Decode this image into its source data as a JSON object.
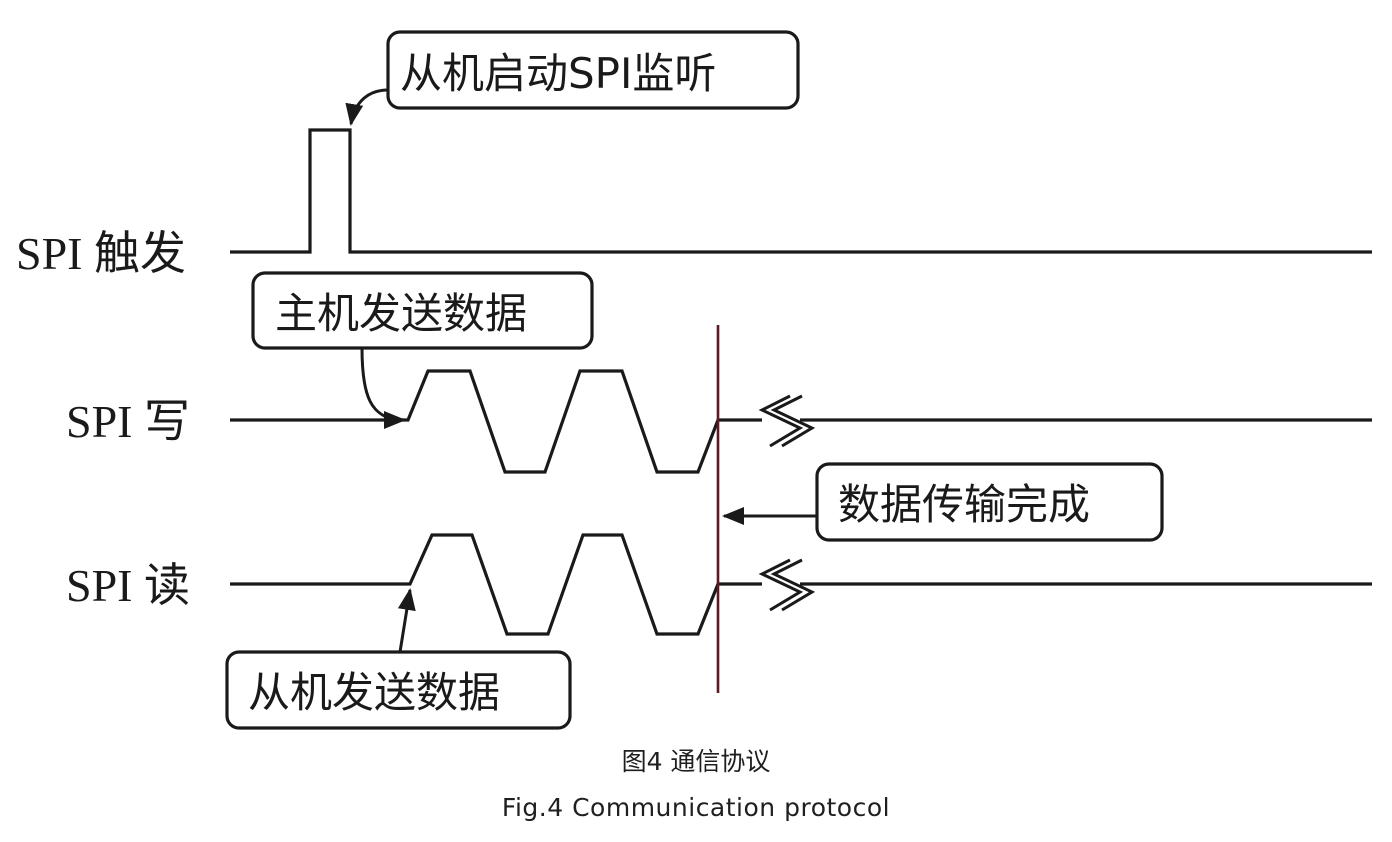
{
  "figure": {
    "caption_cn": "图4 通信协议",
    "caption_en": "Fig.4 Communication protocol"
  },
  "signals": [
    {
      "id": "trigger",
      "label": "SPI 触发",
      "waveform": "single pulse"
    },
    {
      "id": "write",
      "label": "SPI 写",
      "waveform": "two trapezoid pulses, then break"
    },
    {
      "id": "read",
      "label": "SPI 读",
      "waveform": "two trapezoid pulses, then break"
    }
  ],
  "annotations": {
    "slave_listen": "从机启动SPI监听",
    "master_send": "主机发送数据",
    "transfer_done": "数据传输完成",
    "slave_send": "从机发送数据"
  },
  "colors": {
    "line": "#1a1a1a",
    "completion_marker": "#5a1a22",
    "background": "#ffffff"
  }
}
